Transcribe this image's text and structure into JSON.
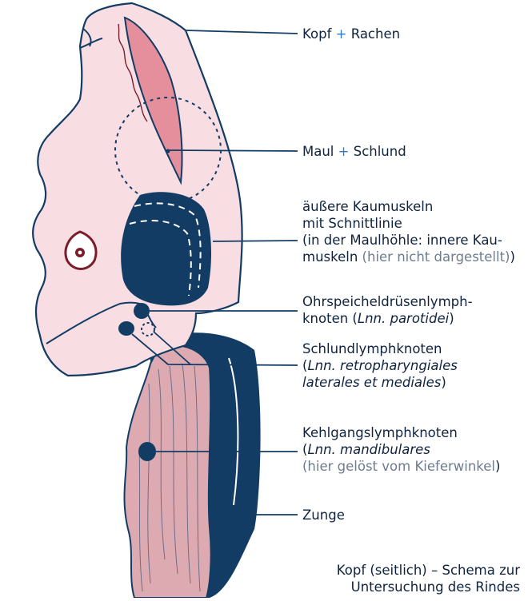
{
  "labels": {
    "kopf": {
      "a": "Kopf",
      "plus": "+",
      "b": "Rachen"
    },
    "maul": {
      "a": "Maul",
      "plus": "+",
      "b": "Schlund"
    },
    "kaumuskeln": {
      "line1": "äußere Kaumuskeln",
      "line2": "mit Schnittlinie",
      "line3": "(in der Maulhöhle: innere Kau-",
      "line4a": "muskeln ",
      "line4b": "(hier nicht dargestellt)",
      "line4c": ")"
    },
    "ohrspeichel": {
      "line1": "Ohrspeicheldrüsenlymph-",
      "line2a": "knoten (",
      "line2b": "Lnn. parotidei",
      "line2c": ")"
    },
    "schlund": {
      "line1": "Schlundlymphknoten",
      "line2a": "(",
      "line2b": "Lnn. retropharyngiales",
      "line3a": "laterales et mediales",
      "line3b": ")"
    },
    "kehlgang": {
      "line1": "Kehlgangslymphknoten",
      "line2a": "(",
      "line2b": "Lnn. mandibulares",
      "line3a": "(hier gelöst vom Kieferwinkel",
      "line3b": ")"
    },
    "zunge": "Zunge"
  },
  "caption": {
    "line1a": "Kopf ",
    "line1b": "(seitlich)",
    "line1c": " – ",
    "line1d": "Schema zur",
    "line2": "Untersuchung des Rindes"
  },
  "colors": {
    "navy": "#123c64",
    "skin": "#f8dde2",
    "muscle": "#deaab2",
    "pink": "#e58f9c",
    "accent": "#2c79c9",
    "eye": "#7a1d2a"
  }
}
